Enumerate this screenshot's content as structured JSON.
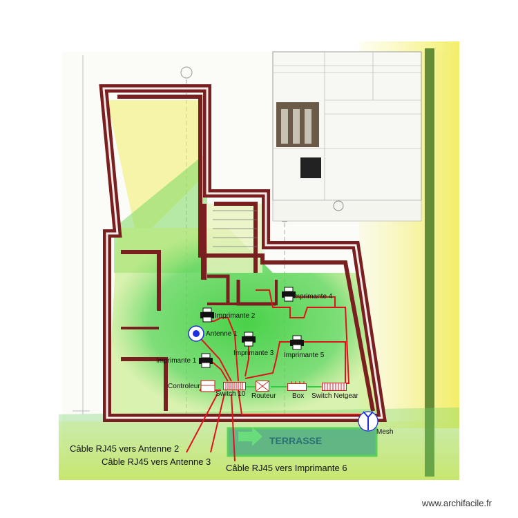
{
  "plan": {
    "terrace_label": "TERRASSE",
    "watermark": "www.archifacile.fr",
    "colors": {
      "wall": "#7a1f1f",
      "cable": "#e0111b",
      "lan": "#2ecc40",
      "coverage_green": "#45d24a",
      "coverage_yellow": "#f4f06a"
    }
  },
  "devices": {
    "printer_1": "Imprimante 1",
    "printer_2": "Imprimante 2",
    "printer_3": "Imprimante 3",
    "printer_4": "Imprimante 4",
    "printer_5": "Imprimante 5",
    "antenna_1": "Antenne 1",
    "controller": "Controleur",
    "switch_10": "Switch 10",
    "router": "Routeur",
    "box": "Box",
    "switch_netgear": "Switch Netgear",
    "mesh": "Mesh"
  },
  "cables": {
    "antenna_2": "Câble RJ45 vers Antenne 2",
    "antenna_3": "Câble RJ45 vers Antenne 3",
    "printer_6": "Câble RJ45 vers Imprimante 6"
  }
}
